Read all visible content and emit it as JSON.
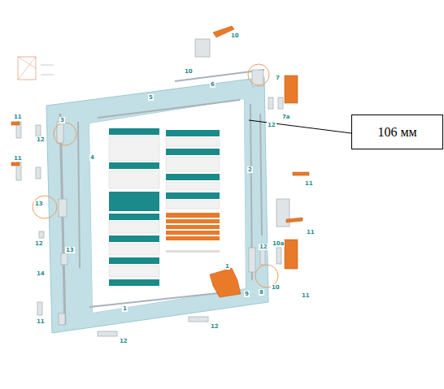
{
  "diagram": {
    "nodes": [
      {
        "text": [
          "106 мм"
        ]
      }
    ],
    "labels": [
      "10",
      "10",
      "6",
      "5",
      "7",
      "7a",
      "12",
      "2",
      "11",
      "12",
      "11",
      "3",
      "4",
      "13",
      "12",
      "13",
      "14",
      "11",
      "1",
      "12",
      "12",
      "9",
      "8",
      "10a",
      "10",
      "11",
      "11",
      "12",
      "1",
      "11"
    ]
  }
}
